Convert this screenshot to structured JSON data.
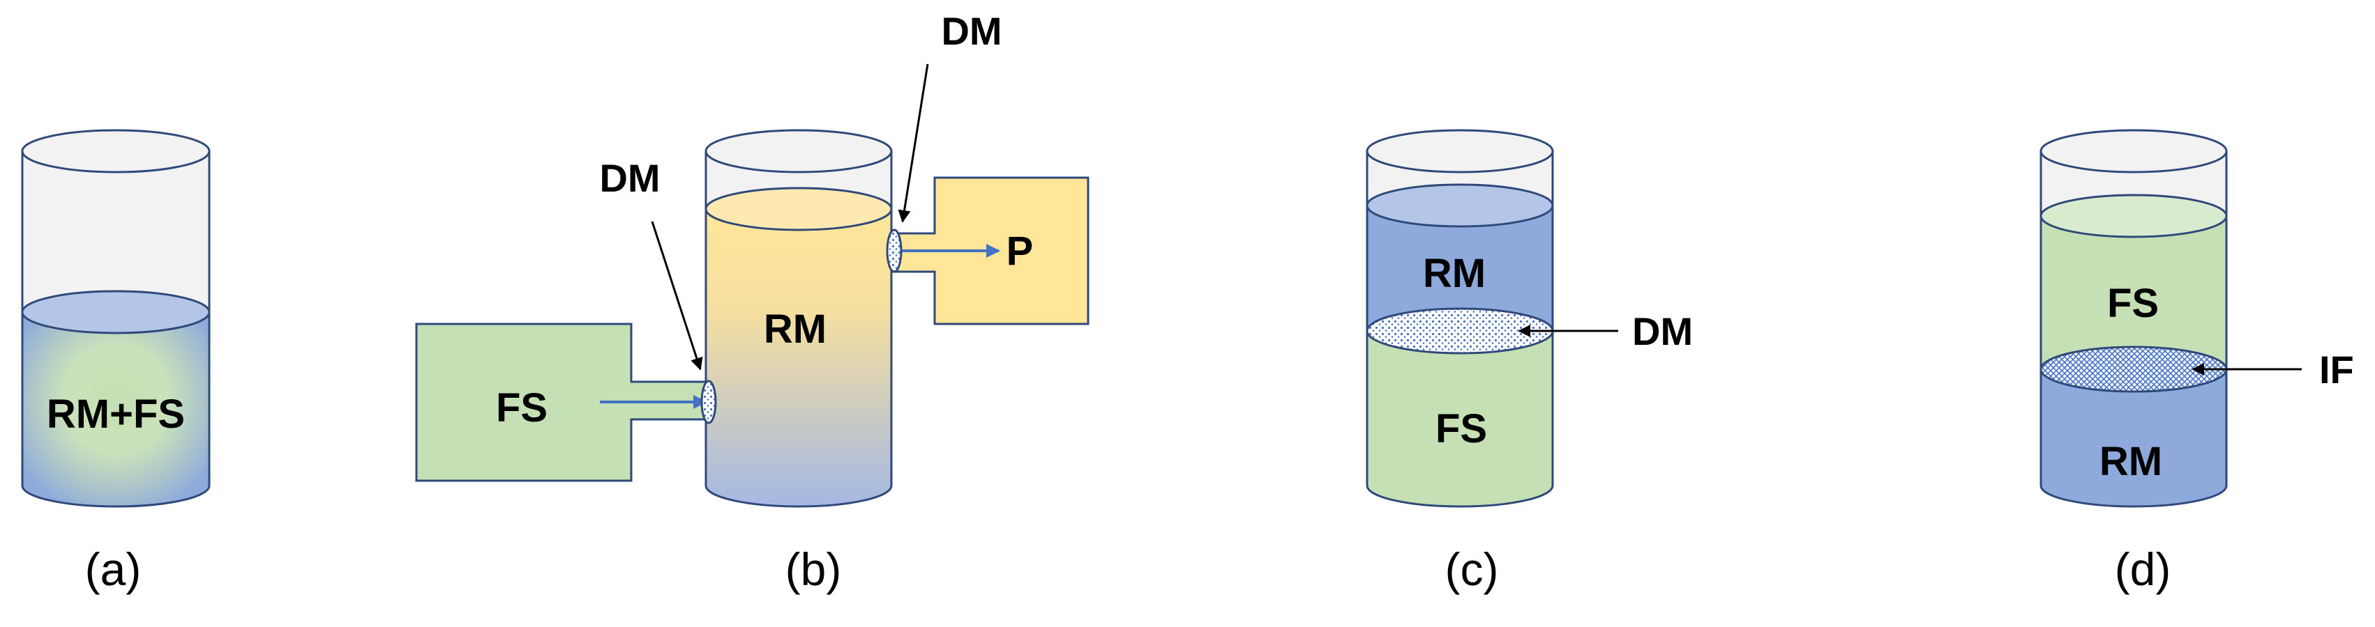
{
  "panels": {
    "a": {
      "caption": "(a)",
      "mixture_label": "RM+FS"
    },
    "b": {
      "caption": "(b)",
      "feed_label": "FS",
      "reservoir_label": "RM",
      "product_label": "P",
      "membrane_label_left": "DM",
      "membrane_label_top": "DM"
    },
    "c": {
      "caption": "(c)",
      "upper_label": "RM",
      "lower_label": "FS",
      "membrane_label": "DM"
    },
    "d": {
      "caption": "(d)",
      "upper_label": "FS",
      "lower_label": "RM",
      "interface_label": "IF"
    }
  },
  "colors": {
    "outline": "#2F4A7A",
    "rm_blue": "#8EA9DB",
    "rm_blue_top": "#B4C6E7",
    "fs_green": "#C5E0B4",
    "fs_green_top": "#D9EBCF",
    "product_yellow": "#FFE699",
    "glass": "#F2F2F2",
    "arrow_blue": "#4472C4"
  }
}
